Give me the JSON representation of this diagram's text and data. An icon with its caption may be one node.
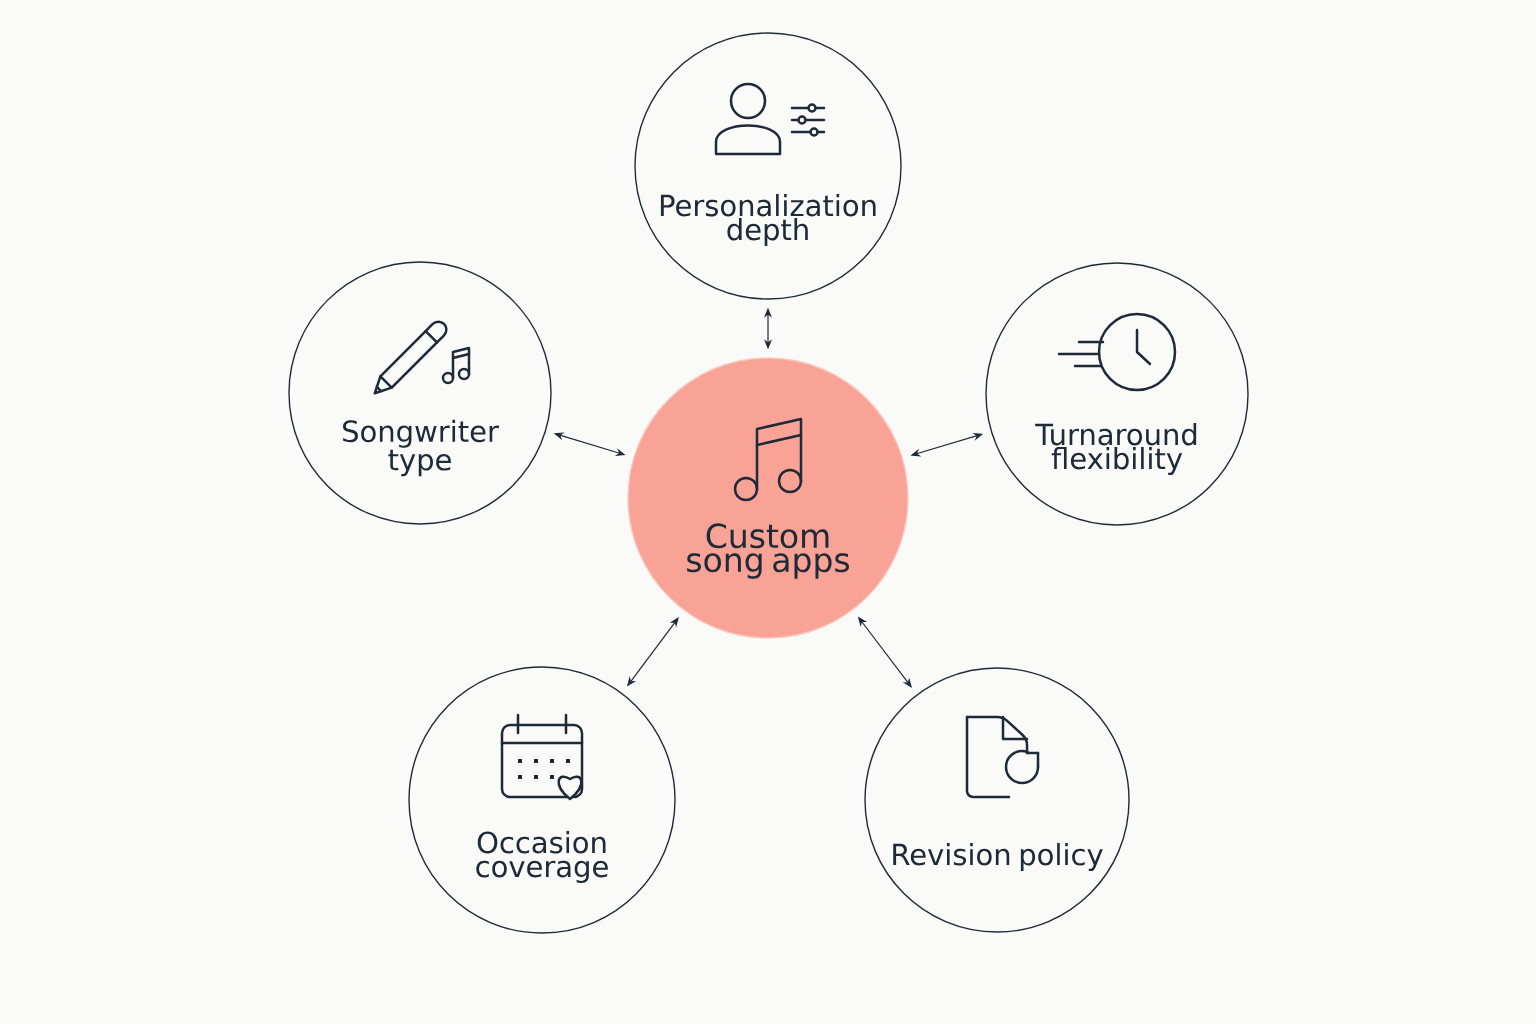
{
  "diagram": {
    "nodes": [
      {
        "text": [
          "Custom song apps"
        ]
      },
      {
        "text": [
          "Personalization depth"
        ]
      },
      {
        "text": [
          "Songwriter type"
        ]
      },
      {
        "text": [
          "Turnaround flexibility"
        ]
      },
      {
        "text": [
          "Occasion coverage"
        ]
      },
      {
        "text": [
          "Revision policy"
        ]
      }
    ],
    "edges": [
      {
        "from": 0,
        "to": 1,
        "arrow": "both"
      },
      {
        "from": 0,
        "to": 2,
        "arrow": "both"
      },
      {
        "from": 0,
        "to": 3,
        "arrow": "both"
      },
      {
        "from": 0,
        "to": 4,
        "arrow": "both"
      },
      {
        "from": 0,
        "to": 5,
        "arrow": "both"
      }
    ]
  }
}
